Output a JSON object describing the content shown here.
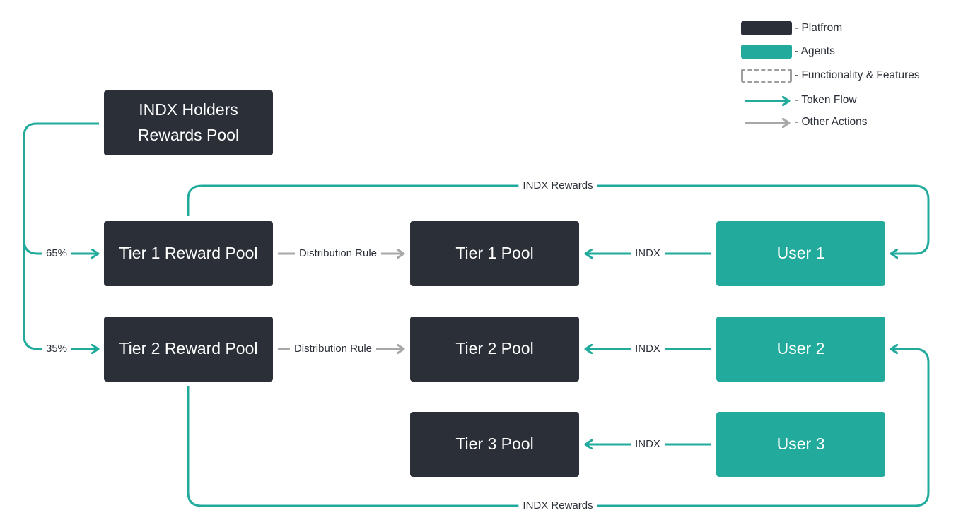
{
  "legend": {
    "platform_label": "- Platfrom",
    "agents_label": "- Agents",
    "features_label": "- Functionality & Features",
    "token_flow_label": "- Token Flow",
    "other_actions_label": "- Other Actions"
  },
  "colors": {
    "platform": "#2a2f38",
    "agent": "#22ab9c",
    "token_flow": "#22ab9c",
    "other_action": "#a8a8a8"
  },
  "nodes": {
    "holders_pool": {
      "line1": "INDX Holders",
      "line2": "Rewards Pool"
    },
    "tier1_reward_pool": "Tier 1 Reward Pool",
    "tier2_reward_pool": "Tier 2 Reward Pool",
    "tier1_pool": "Tier 1 Pool",
    "tier2_pool": "Tier 2 Pool",
    "tier3_pool": "Tier 3 Pool",
    "user1": "User 1",
    "user2": "User 2",
    "user3": "User 3"
  },
  "edges": {
    "split_tier1": "65%",
    "split_tier2": "35%",
    "distribution_rule_1": "Distribution Rule",
    "distribution_rule_2": "Distribution Rule",
    "user1_to_pool": "INDX",
    "user2_to_pool": "INDX",
    "user3_to_pool": "INDX",
    "rewards_to_user1": "INDX Rewards",
    "rewards_to_user2": "INDX Rewards"
  }
}
